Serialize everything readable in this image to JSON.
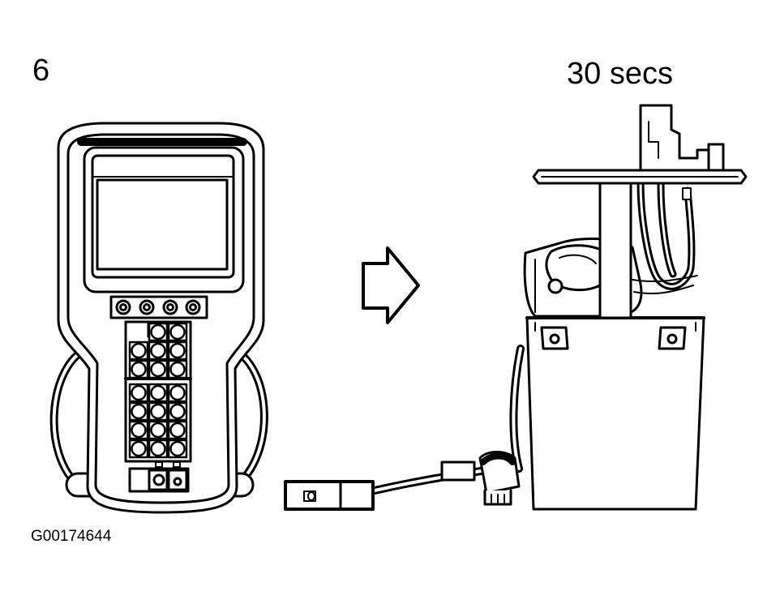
{
  "step_number": "6",
  "duration": "30 secs",
  "figure_id": "G00174644",
  "colors": {
    "line": "#000000",
    "fill": "#ffffff"
  },
  "icons": {
    "scan_tool": "handheld-scan-tool-icon",
    "arrow": "right-arrow-icon",
    "pump": "fuel-pump-module-icon",
    "connector": "electrical-connector-icon"
  }
}
